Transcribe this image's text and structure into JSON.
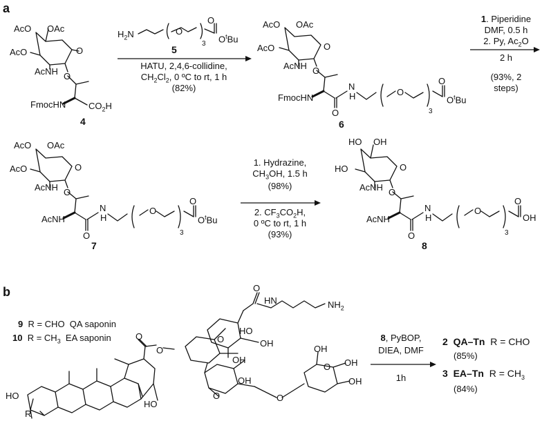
{
  "panels": {
    "a": "a",
    "b": "b"
  },
  "compounds": {
    "c4": "4",
    "c5": "5",
    "c6": "6",
    "c7": "7",
    "c8": "8"
  },
  "atoms": {
    "ac": "AcO",
    "ac_rot": "OAc",
    "acnh": "AcNH",
    "ho": "HO",
    "oh": "OH",
    "o": "O",
    "n": "N",
    "h": "H",
    "fmocnh": "FmocHN",
    "co2h": "CO2H",
    "tbu": "tBu",
    "sub3": "3",
    "h2n": "H2N",
    "nh2": "NH2",
    "hn": "HN",
    "r": "R"
  },
  "step1": {
    "line1": "HATU, 2,4,6-collidine,",
    "line2": "CH2Cl2, 0 ºC to rt, 1 h",
    "yield": "(82%)"
  },
  "step2": {
    "line1": "1. Piperidine",
    "line2": "DMF, 0.5 h",
    "line3": "2. Py, Ac2O",
    "line4": "2 h",
    "yield": "(93%, 2",
    "yield2": "steps)"
  },
  "step3": {
    "line1": "1. Hydrazine,",
    "line2": "CH3OH, 1.5 h",
    "yield1": "(98%)",
    "line3": "2. CF3CO2H,",
    "line4": "0 ºC to rt, 1 h",
    "yield2": "(93%)"
  },
  "step4": {
    "line1": "8, PyBOP,",
    "line2": "DIEA, DMF",
    "line3": "1h"
  },
  "legend_b": {
    "r9": "R = CHO  QA saponin",
    "r10": "R = CH3  EA saponin",
    "n9": "9",
    "n10": "10"
  },
  "products_b": {
    "p2_num": "2",
    "p2_name": "QA–Tn",
    "p2_r": "R = CHO",
    "p2_yield": "(85%)",
    "p3_num": "3",
    "p3_name": "EA–Tn",
    "p3_r": "R = CH3",
    "p3_yield": "(84%)"
  }
}
